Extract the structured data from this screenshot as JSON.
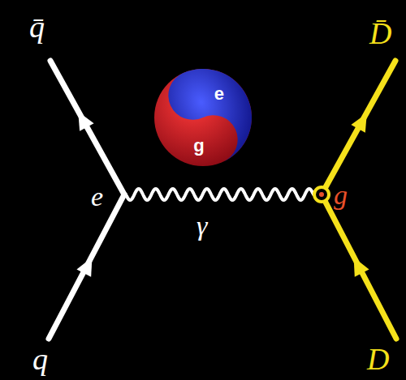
{
  "diagram": {
    "nodes": [
      {
        "text": [
          "e",
          "g"
        ]
      }
    ],
    "labels": [
      "q̄",
      "D̄",
      "e",
      "γ",
      "g",
      "q",
      "D"
    ]
  }
}
